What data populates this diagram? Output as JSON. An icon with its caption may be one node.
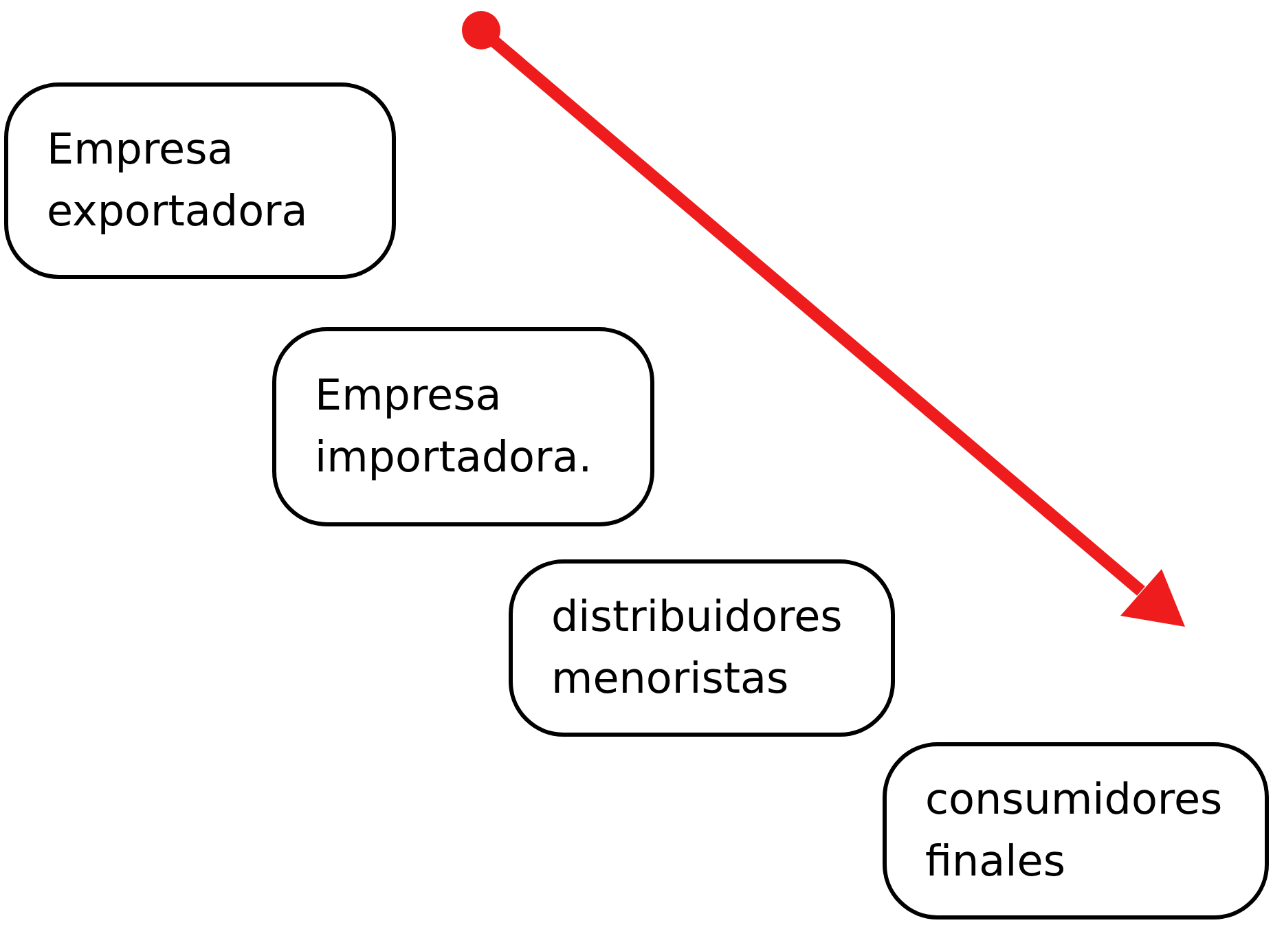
{
  "diagram": {
    "nodes": [
      {
        "text": [
          "Empresa exportadora"
        ]
      },
      {
        "text": [
          "Empresa importadora."
        ]
      },
      {
        "text": [
          "distribuidores menoristas"
        ]
      },
      {
        "text": [
          "consumidores finales"
        ]
      }
    ]
  }
}
